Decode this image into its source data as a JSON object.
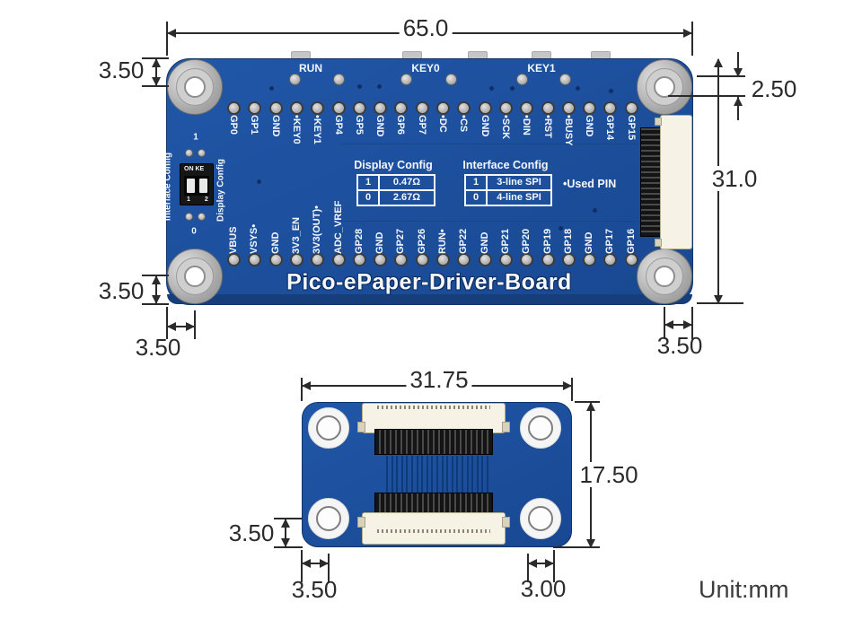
{
  "unit_label": "Unit:mm",
  "colors": {
    "pcb_blue": "#1d4f9c",
    "pcb_dark_strip": "#163e7b",
    "silkscreen": "#f4f7fc",
    "dimension": "#2b2b2b",
    "connector_body": "#f6f2e6",
    "latch_black": "#141414"
  },
  "top_board": {
    "title": "Pico-ePaper-Driver-Board",
    "buttons": [
      "RUN",
      "KEY0",
      "KEY1"
    ],
    "top_pins": [
      "GP0",
      "GP1",
      "GND",
      "•KEY0",
      "•KEY1",
      "GP4",
      "GP5",
      "GND",
      "GP6",
      "GP7",
      "•DC",
      "•CS",
      "GND",
      "•SCK",
      "•DIN",
      "•RST",
      "•BUSY",
      "GND",
      "GP14",
      "GP15"
    ],
    "bottom_pins": [
      "VBUS",
      "VSYS•",
      "GND",
      "3V3_EN",
      "3V3(OUT)•",
      "ADC_VREF",
      "GP28",
      "GND",
      "GP27",
      "GP26",
      "RUN•",
      "GP22",
      "GND",
      "GP21",
      "GP20",
      "GP19",
      "GP18",
      "GND",
      "GP17",
      "GP16"
    ],
    "display_config": {
      "title": "Display Config",
      "rows": [
        [
          "1",
          "0.47Ω"
        ],
        [
          "0",
          "2.67Ω"
        ]
      ]
    },
    "interface_config": {
      "title": "Interface Config",
      "rows": [
        [
          "1",
          "3-line SPI"
        ],
        [
          "0",
          "4-line SPI"
        ]
      ]
    },
    "used_pin_note": "•Used PIN",
    "dip": {
      "label_left": "Interface Config",
      "label_right": "Display Config",
      "on_label": "ON KE",
      "top_num": "1",
      "bottom_num": "0",
      "pos_nums": "1 2"
    }
  },
  "dim_labels": {
    "top_width": "65.0",
    "top_height": "31.0",
    "top_hole_offset_tl": "3.50",
    "top_hole_inner": "2.50",
    "top_bl_v": "3.50",
    "top_bl_h": "3.50",
    "top_br_h": "3.50",
    "bot_width": "31.75",
    "bot_height": "17.50",
    "bot_left_v": "3.50",
    "bot_bl_h": "3.50",
    "bot_br_h": "3.00"
  }
}
